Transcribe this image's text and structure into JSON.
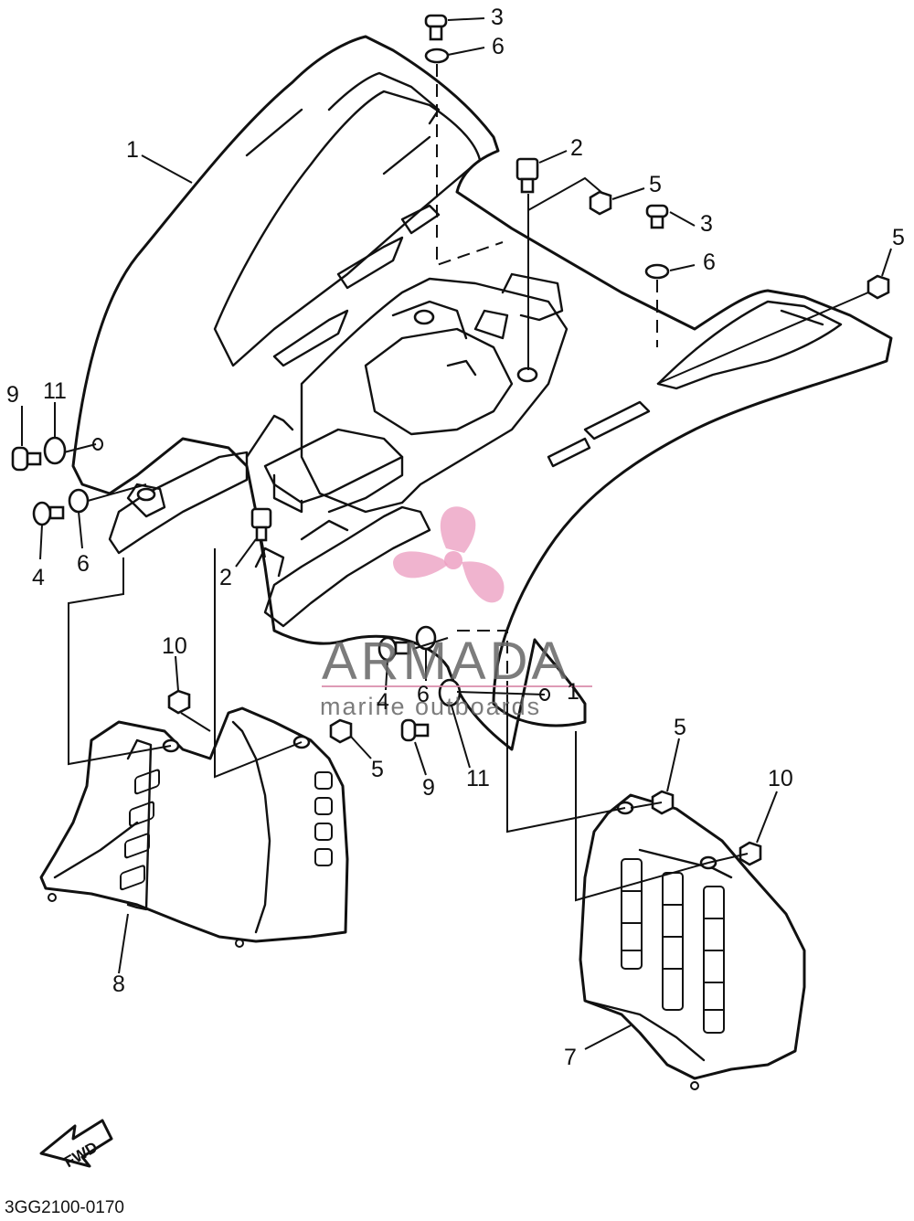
{
  "diagram": {
    "part_callouts": [
      {
        "id": "c1a",
        "text": "1"
      },
      {
        "id": "c1b",
        "text": "1"
      },
      {
        "id": "c2a",
        "text": "2"
      },
      {
        "id": "c2b",
        "text": "2"
      },
      {
        "id": "c3a",
        "text": "3"
      },
      {
        "id": "c3b",
        "text": "3"
      },
      {
        "id": "c4a",
        "text": "4"
      },
      {
        "id": "c4b",
        "text": "4"
      },
      {
        "id": "c5a",
        "text": "5"
      },
      {
        "id": "c5b",
        "text": "5"
      },
      {
        "id": "c5c",
        "text": "5"
      },
      {
        "id": "c5d",
        "text": "5"
      },
      {
        "id": "c6a",
        "text": "6"
      },
      {
        "id": "c6b",
        "text": "6"
      },
      {
        "id": "c6c",
        "text": "6"
      },
      {
        "id": "c6d",
        "text": "6"
      },
      {
        "id": "c7",
        "text": "7"
      },
      {
        "id": "c8",
        "text": "8"
      },
      {
        "id": "c9a",
        "text": "9"
      },
      {
        "id": "c9b",
        "text": "9"
      },
      {
        "id": "c10a",
        "text": "10"
      },
      {
        "id": "c10b",
        "text": "10"
      },
      {
        "id": "c11a",
        "text": "11"
      },
      {
        "id": "c11b",
        "text": "11"
      }
    ],
    "forward_arrow_label": "FWD",
    "drawing_code": "3GG2100-0170"
  },
  "watermark": {
    "brand": "ARMADA",
    "tagline": "marine outboards",
    "logo_color": "#e07aa6"
  }
}
